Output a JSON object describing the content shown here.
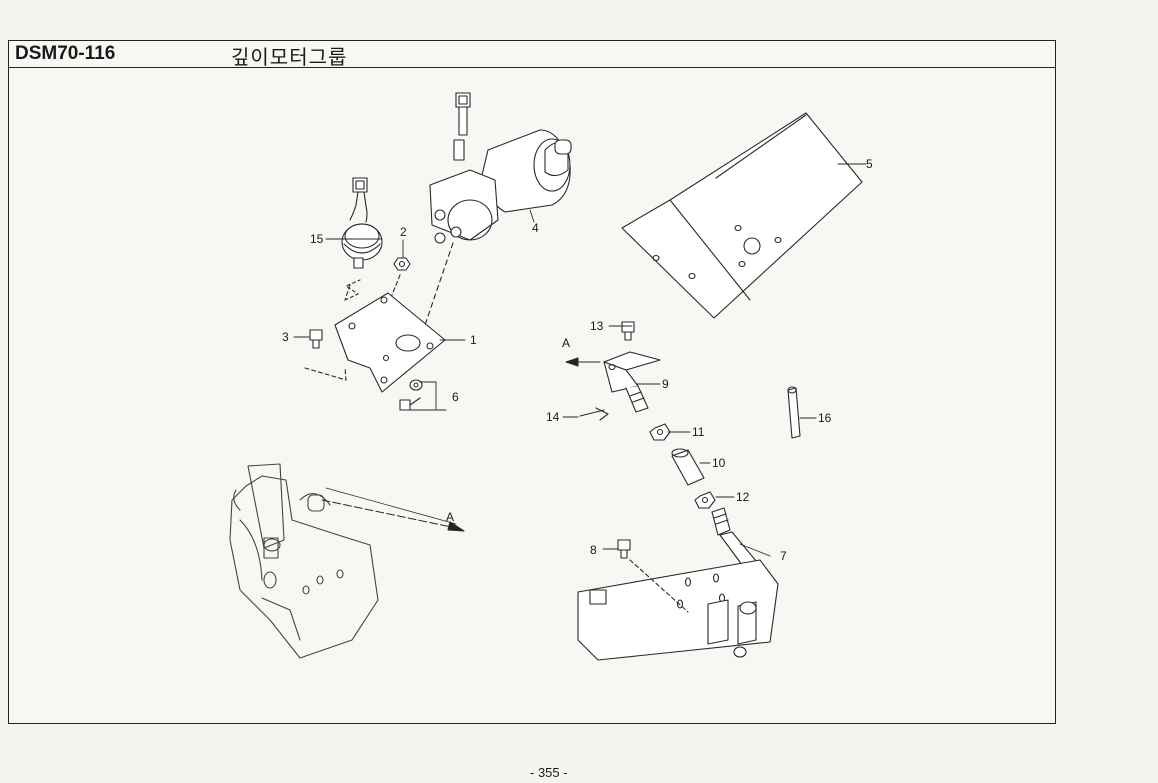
{
  "header": {
    "code": "DSM70-116",
    "title": "깊이모터그룹"
  },
  "callouts": {
    "c1": "1",
    "c2": "2",
    "c3": "3",
    "c4": "4",
    "c5": "5",
    "c6": "6",
    "c7": "7",
    "c8": "8",
    "c9": "9",
    "c10": "10",
    "c11": "11",
    "c12": "12",
    "c13": "13",
    "c14": "14",
    "c15": "15",
    "c16": "16",
    "arrowA1": "A",
    "arrowA2": "A"
  },
  "footer": {
    "page": "- 355 -"
  }
}
